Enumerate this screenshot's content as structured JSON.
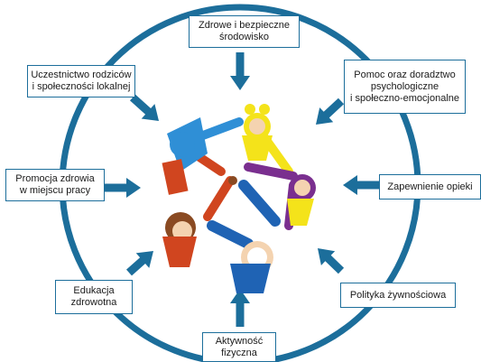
{
  "colors": {
    "ring": "#1c6e9b",
    "arrow": "#1c6e9b",
    "box_border": "#1c6e9b",
    "red": "#d0451f",
    "yellow": "#f4e31a",
    "blue": "#2f8fd6",
    "purple": "#7a2f8f",
    "skin": "#f4d3b0",
    "brown": "#8a4a22",
    "dark_blue": "#1f63b4",
    "green_ball": "#6da53a"
  },
  "center_image": "children-holding-hands-in-circle",
  "labels": {
    "top": "Zdrowe i bezpieczne\nśrodowisko",
    "top_right": "Pomoc oraz doradztwo\npsychologiczne\ni społeczno-emocjonalne",
    "right": "Zapewnienie opieki",
    "bottom_right": "Polityka żywnościowa",
    "bottom": "Aktywność\nfizyczna",
    "bottom_left": "Edukacja\nzdrowotna",
    "left": "Promocja zdrowia\nw miejscu pracy",
    "top_left": "Uczestnictwo rodziców\ni społeczności lokalnej"
  }
}
